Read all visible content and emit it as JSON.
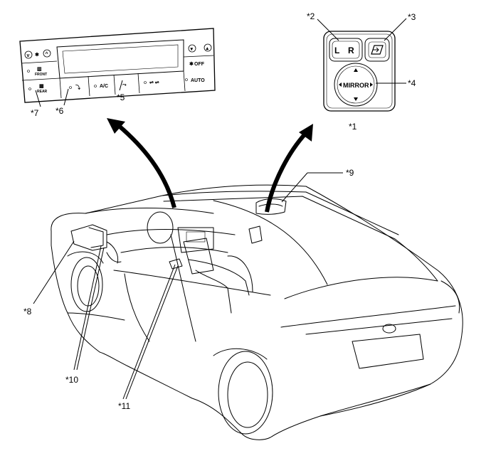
{
  "callouts": {
    "c1": "*1",
    "c2": "*2",
    "c3": "*3",
    "c4": "*4",
    "c5": "*5",
    "c6": "*6",
    "c7": "*7",
    "c8": "*8",
    "c9": "*9",
    "c10": "*10",
    "c11": "*11"
  },
  "mirror_switch": {
    "left": "L",
    "right": "R",
    "center": "MIRROR"
  },
  "ac_panel": {
    "front": "FRONT",
    "rear": "REAR",
    "ac": "A/C",
    "off": "OFF",
    "auto": "AUTO"
  }
}
